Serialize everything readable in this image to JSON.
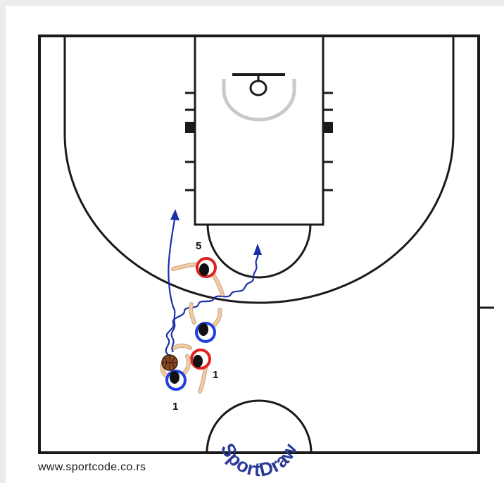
{
  "credit": "www.sportcode.co.rs",
  "logo": {
    "text": "SportDraw"
  },
  "players": [
    {
      "id": "offense-5",
      "number": "5",
      "team": "offense"
    },
    {
      "id": "offense-1",
      "number": "1",
      "team": "offense"
    },
    {
      "id": "defense-1",
      "number": "1",
      "team": "defense"
    }
  ],
  "colors": {
    "court_line": "#1a1a1a",
    "backboard_shadow": "#c9c9c9",
    "movement_path": "#1c2fa8",
    "offense_ring": "#e02020",
    "defense_ring": "#2040e0",
    "skin": "#f2caa4",
    "ball": "#8a4a24",
    "logo": "#2a3a96"
  }
}
